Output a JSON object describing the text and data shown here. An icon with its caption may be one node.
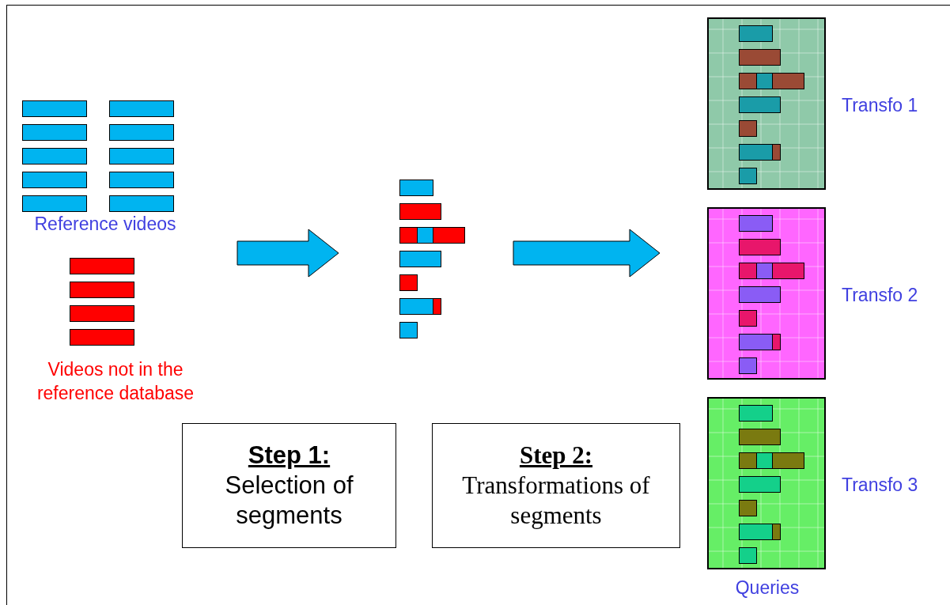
{
  "diagram": {
    "nodes": [
      {
        "text": [],
        "shape": "picture",
        "beside": [
          "Reference videos"
        ]
      },
      {
        "text": [],
        "shape": "picture",
        "beside": [
          "Videos not in the reference database"
        ]
      },
      {
        "text": [],
        "shape": "picture"
      },
      {
        "text": [],
        "shape": "picture",
        "beside": [
          "Transfo 1"
        ]
      },
      {
        "text": [],
        "shape": "picture",
        "beside": [
          "Transfo 2"
        ]
      },
      {
        "text": [],
        "shape": "picture",
        "beside": [
          "Transfo 3"
        ]
      },
      {
        "text": [
          "Step 1:",
          "Selection of segments"
        ]
      },
      {
        "text": [
          "Step 2:",
          "Transformations of segments"
        ]
      }
    ],
    "edges": [
      {
        "from": 0,
        "to": 2,
        "arrow": "to"
      },
      {
        "from": 2,
        "to": 4,
        "arrow": "to"
      }
    ],
    "labels": [
      "Queries"
    ]
  }
}
